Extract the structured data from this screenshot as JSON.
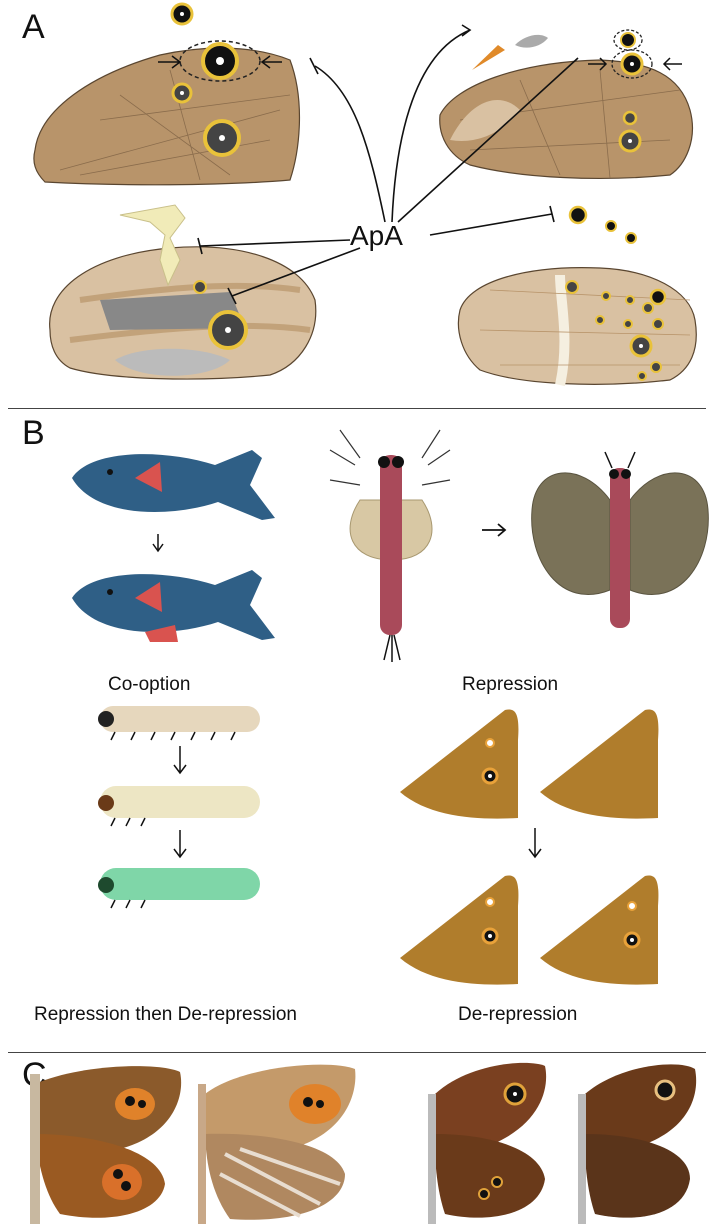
{
  "panels": {
    "a": {
      "letter": "A",
      "center_label": "ApA"
    },
    "b": {
      "letter": "B",
      "captions": {
        "co_option": "Co-option",
        "repression": "Repression",
        "repression_then_derepression": "Repression then De-repression",
        "derepression": "De-repression"
      }
    },
    "c": {
      "letter": "C"
    }
  },
  "colors": {
    "wing_tan": "#b8946a",
    "wing_light": "#d9c1a2",
    "eyespot_ring": "#e9c23a",
    "fish_blue": "#2f5f86",
    "fin_red": "#d9534f",
    "larva_cream": "#e6d7bd",
    "larva_green": "#7fd6a8",
    "mayfly_body": "#a94a5a",
    "plain_wing": "#b07d2c"
  },
  "icons": [
    "wing-icon",
    "eyespot-icon",
    "fish-icon",
    "mayfly-nymph-icon",
    "adult-insect-icon",
    "caterpillar-icon",
    "butterfly-photo-icon"
  ]
}
